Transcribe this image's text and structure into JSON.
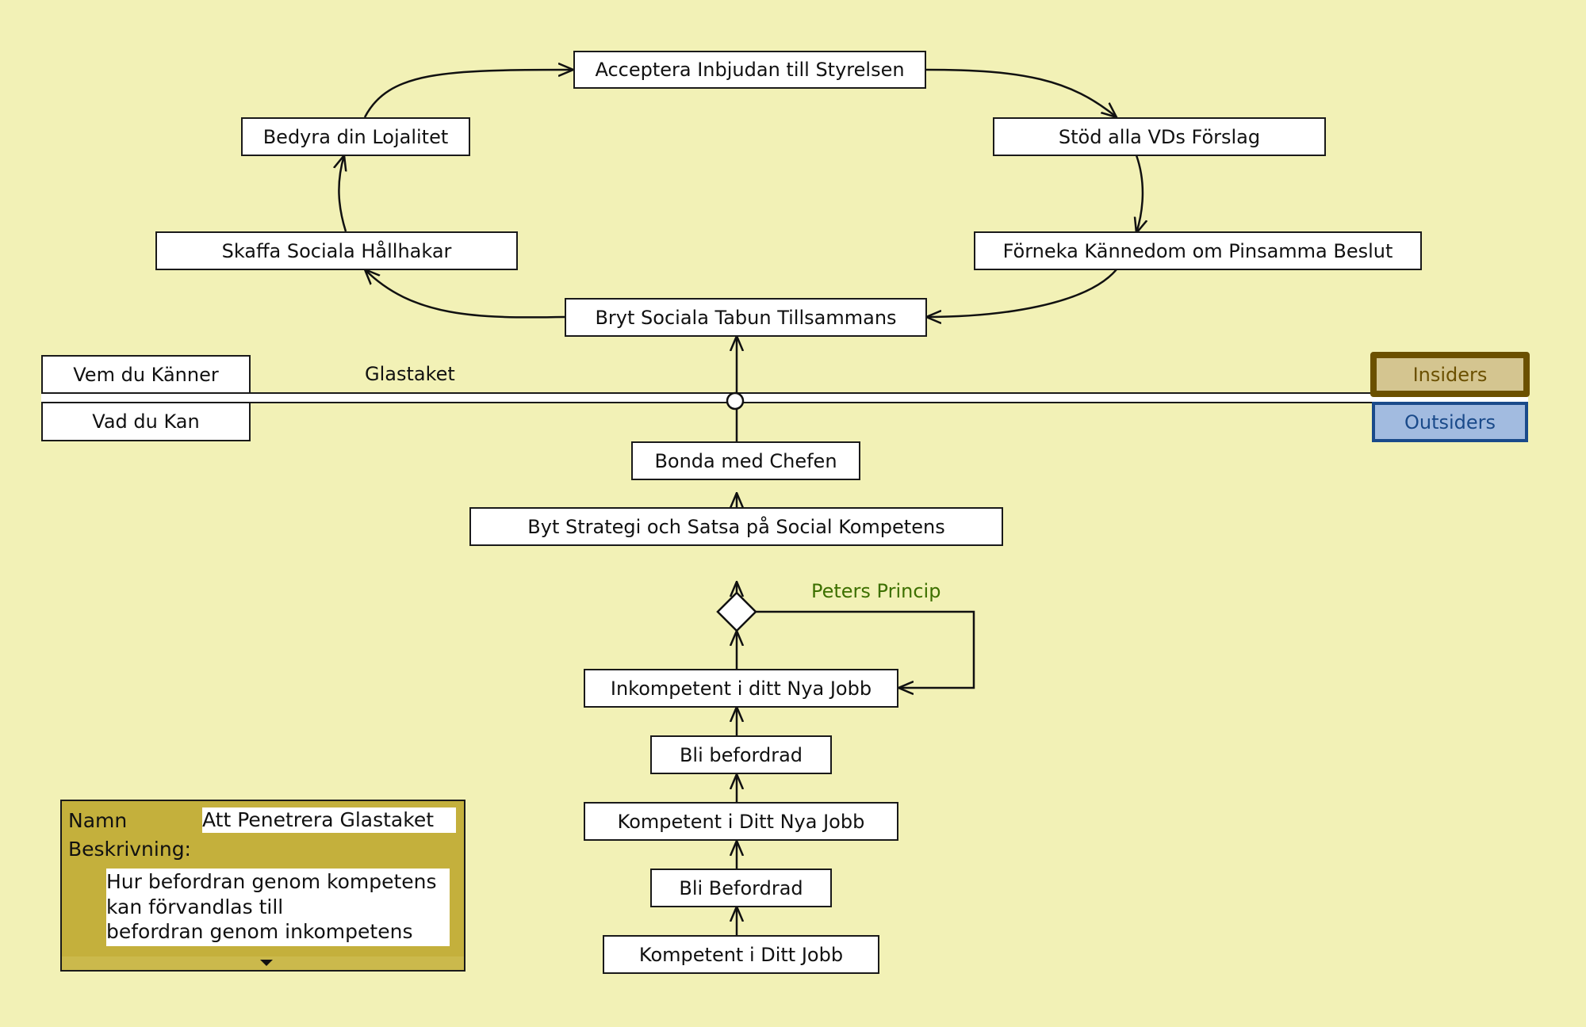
{
  "diagram": {
    "type": "UML activity diagram",
    "nodes": {
      "acceptera": "Acceptera Inbjudan till Styrelsen",
      "bedyra": "Bedyra din Lojalitet",
      "stod": "Stöd alla VDs Förslag",
      "skaffa": "Skaffa Sociala Hållhakar",
      "forneka": "Förneka Kännedom om Pinsamma Beslut",
      "bryt": "Bryt Sociala Tabun Tillsammans",
      "bonda": "Bonda med Chefen",
      "byt": "Byt Strategi och Satsa på Social Kompetens",
      "inkompetent": "Inkompetent i ditt Nya Jobb",
      "bli_befordrad_1": "Bli befordrad",
      "kompetent_nya": "Kompetent i Ditt Nya Jobb",
      "bli_befordrad_2": "Bli Befordrad",
      "kompetent": "Kompetent i Ditt Jobb"
    },
    "edges": [
      {
        "from": "kompetent",
        "to": "bli_befordrad_2"
      },
      {
        "from": "bli_befordrad_2",
        "to": "kompetent_nya"
      },
      {
        "from": "kompetent_nya",
        "to": "bli_befordrad_1"
      },
      {
        "from": "bli_befordrad_1",
        "to": "inkompetent"
      },
      {
        "from": "inkompetent",
        "to": "decision"
      },
      {
        "from": "decision",
        "to": "byt"
      },
      {
        "from": "decision",
        "to": "inkompetent",
        "guard": "Peters Princip"
      },
      {
        "from": "byt",
        "to": "bonda"
      },
      {
        "from": "bonda",
        "to": "bryt"
      },
      {
        "from": "bryt",
        "to": "skaffa"
      },
      {
        "from": "skaffa",
        "to": "bedyra"
      },
      {
        "from": "bedyra",
        "to": "acceptera"
      },
      {
        "from": "acceptera",
        "to": "stod"
      },
      {
        "from": "stod",
        "to": "forneka"
      },
      {
        "from": "forneka",
        "to": "bryt"
      }
    ],
    "guard_label": "Peters Princip",
    "partition": {
      "upper_label": "Vem du Känner",
      "lower_label": "Vad du Kan",
      "divider_label": "Glastaket",
      "upper_tag": "Insiders",
      "lower_tag": "Outsiders"
    },
    "colors": {
      "background": "#f2f1b6",
      "insiders_fill": "#d4c590",
      "insiders_border": "#6b5000",
      "outsiders_fill": "#a2bbe0",
      "outsiders_border": "#1a4a8a",
      "guard_text": "#3d7000",
      "panel_fill": "#c4b03c"
    }
  },
  "properties_panel": {
    "name_label": "Namn",
    "name_value": "Att Penetrera Glastaket",
    "description_label": "Beskrivning:",
    "description_value": "Hur befordran genom kompetens\nkan förvandlas till\nbefordran genom inkompetens"
  }
}
